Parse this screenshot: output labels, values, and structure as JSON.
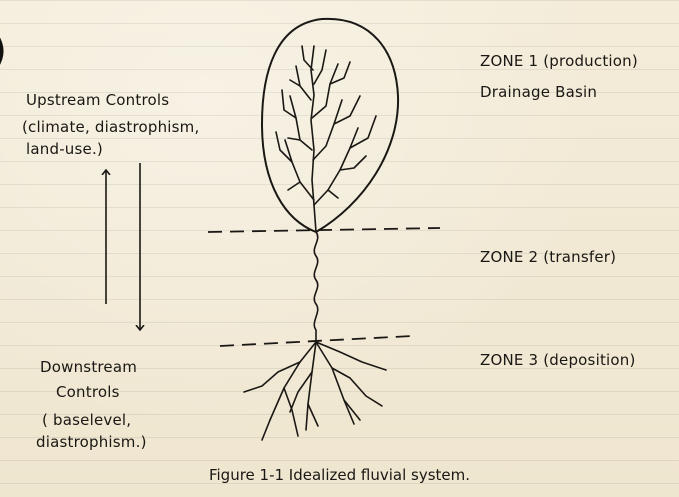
{
  "diagram": {
    "edge_mark": ")",
    "left": {
      "upstream_title": "Upstream Controls",
      "upstream_detail_1": "(climate, diastrophism,",
      "upstream_detail_2": "land-use.)",
      "downstream_title_1": "Downstream",
      "downstream_title_2": "Controls",
      "downstream_detail_1": "( baselevel,",
      "downstream_detail_2": "diastrophism.)"
    },
    "zones": {
      "zone1_label": "ZONE 1 (production)",
      "zone1_sub": "Drainage Basin",
      "zone2_label": "ZONE 2 (transfer)",
      "zone3_label": "ZONE 3 (deposition)"
    },
    "caption": "Figure 1-1   Idealized fluvial system.",
    "colors": {
      "paper": "#f2ead6",
      "ink": "#1a1814"
    }
  }
}
